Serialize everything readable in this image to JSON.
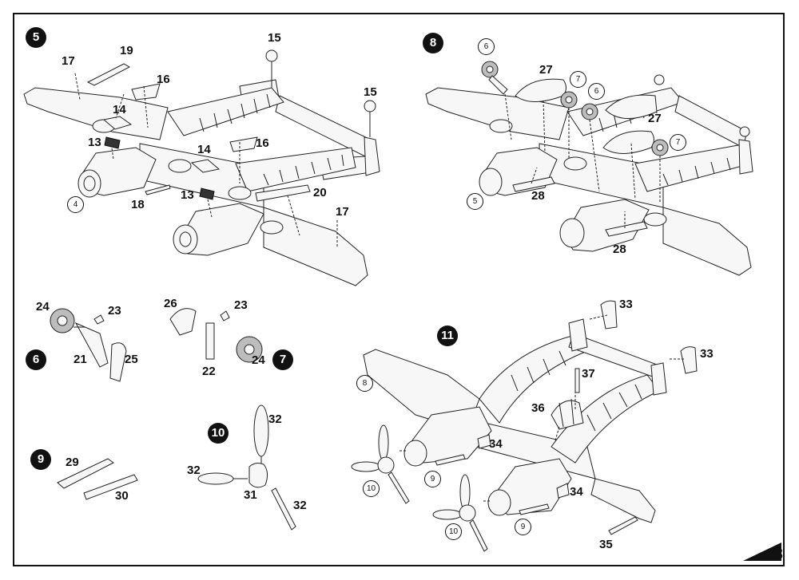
{
  "page": {
    "number": "3"
  },
  "steps": [
    {
      "id": "5",
      "label": "5"
    },
    {
      "id": "6",
      "label": "6"
    },
    {
      "id": "7",
      "label": "7"
    },
    {
      "id": "8",
      "label": "8"
    },
    {
      "id": "9",
      "label": "9"
    },
    {
      "id": "10",
      "label": "10"
    },
    {
      "id": "11",
      "label": "11"
    }
  ],
  "part_callouts": {
    "s5": [
      "17",
      "19",
      "16",
      "14",
      "13",
      "15",
      "15",
      "14",
      "16",
      "13",
      "18",
      "20",
      "17"
    ],
    "s5_refs": [
      "4"
    ],
    "s8": [
      "27",
      "27",
      "28",
      "28"
    ],
    "s8_refs": [
      "6",
      "7",
      "6",
      "7",
      "5"
    ],
    "s6": [
      "24",
      "23",
      "21",
      "25"
    ],
    "s7": [
      "26",
      "23",
      "22",
      "24"
    ],
    "s9": [
      "29",
      "30"
    ],
    "s10": [
      "32",
      "32",
      "31",
      "32"
    ],
    "s11": [
      "33",
      "33",
      "37",
      "36",
      "34",
      "34",
      "35"
    ],
    "s11_refs": [
      "8",
      "9",
      "10",
      "9",
      "10"
    ]
  }
}
